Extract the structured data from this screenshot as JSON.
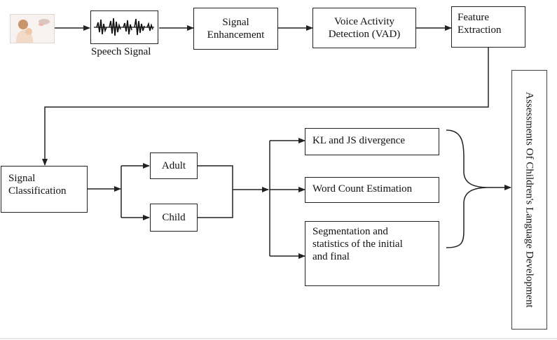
{
  "nodes": {
    "speech_signal_label": "Speech Signal",
    "signal_enhancement": [
      "Signal",
      "Enhancement"
    ],
    "vad": [
      "Voice Activity",
      "Detection (VAD)"
    ],
    "feature_extraction": [
      "Feature",
      "Extraction"
    ],
    "signal_classification": [
      "Signal",
      "Classification"
    ],
    "adult": "Adult",
    "child": "Child",
    "kl_js": "KL and JS divergence",
    "word_count": "Word Count Estimation",
    "segmentation": [
      "Segmentation  and",
      "statistics of the initial",
      "and final"
    ],
    "assessment": "Assessments Of Children's Language  Development"
  },
  "icons": {
    "input_image": "mother-child-photo",
    "waveform": "speech-waveform-icon"
  },
  "colors": {
    "line": "#222222",
    "box_border": "#222222"
  }
}
